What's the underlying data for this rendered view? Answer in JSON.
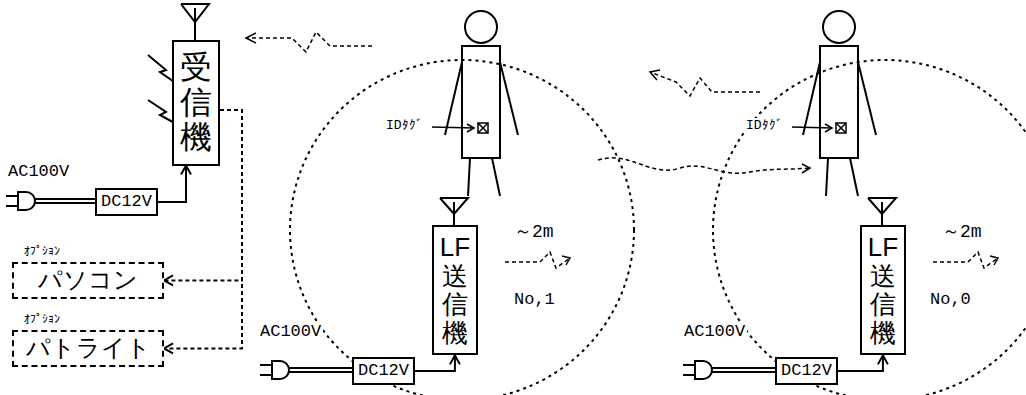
{
  "diagram": {
    "nodes": [
      {
        "text": [
          "受信機"
        ]
      },
      {
        "text": [
          "DC12V"
        ]
      },
      {
        "text": [
          "ｵﾌﾟｼｮﾝ",
          "パソコン"
        ]
      },
      {
        "text": [
          "ｵﾌﾟｼｮﾝ",
          "パトライト"
        ]
      },
      {
        "text": [
          "LF送信機"
        ]
      },
      {
        "text": [
          "DC12V"
        ]
      },
      {
        "text": [
          "LF送信機"
        ]
      },
      {
        "text": [
          "DC12V"
        ]
      }
    ],
    "edges": [
      {
        "from": 1,
        "to": 0,
        "arrow": "to"
      },
      {
        "from": 0,
        "to": 2,
        "arrow": "to"
      },
      {
        "from": 0,
        "to": 3,
        "arrow": "to"
      },
      {
        "from": 5,
        "to": 4,
        "arrow": "to"
      },
      {
        "from": 7,
        "to": 6,
        "arrow": "to"
      }
    ],
    "labels": [
      "AC100V",
      "IDﾀｸﾞ",
      "～2m",
      "No,1",
      "AC100V",
      "IDﾀｸﾞ",
      "～2m",
      "No,0",
      "AC100V"
    ]
  }
}
